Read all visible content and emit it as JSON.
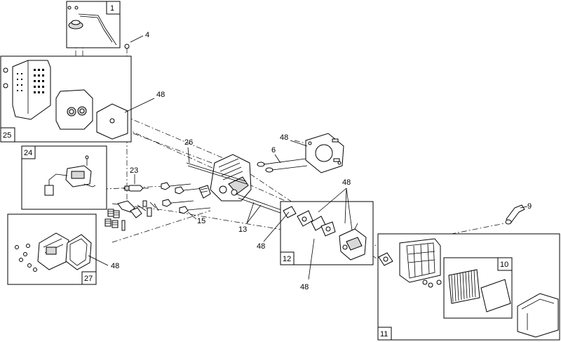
{
  "diagram": {
    "callouts": {
      "c1": "1",
      "c4": "4",
      "c48_muffler": "48",
      "c25": "25",
      "c26": "26",
      "c48_head": "48",
      "c6": "6",
      "c24": "24",
      "c23": "23",
      "c48_carb": "48",
      "c9": "9",
      "c15": "15",
      "c13": "13",
      "c48_left": "48",
      "c12": "12",
      "c48_cover": "48",
      "c27": "27",
      "c10": "10",
      "c48_bottom": "48",
      "c11": "11"
    }
  }
}
